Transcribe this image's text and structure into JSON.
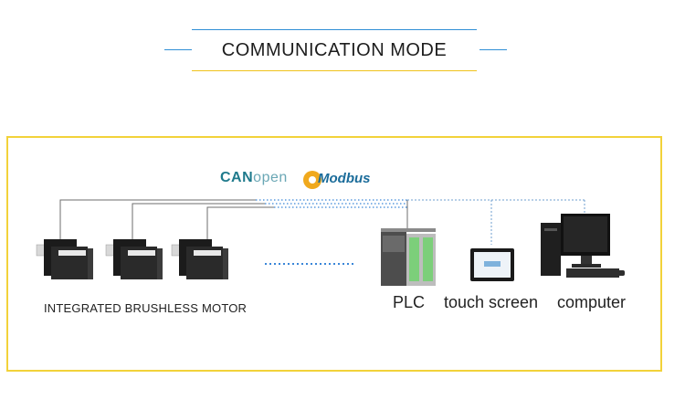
{
  "header": {
    "title": "COMMUNICATION MODE"
  },
  "protocols": {
    "canopen": {
      "can": "CAN",
      "open": "open"
    },
    "modbus": "Modbus"
  },
  "labels": {
    "motor": "INTEGRATED BRUSHLESS MOTOR",
    "plc": "PLC",
    "touch_screen": "touch screen",
    "computer": "computer"
  },
  "colors": {
    "frame_border": "#f2d23a",
    "title_top_border": "#2f8fd6",
    "title_bottom_border": "#f0c21a",
    "dotted_link": "#3a86d8"
  },
  "icons": [
    "canopen-logo",
    "modbus-logo",
    "motor-icon",
    "plc-icon",
    "touch-screen-icon",
    "computer-icon"
  ]
}
